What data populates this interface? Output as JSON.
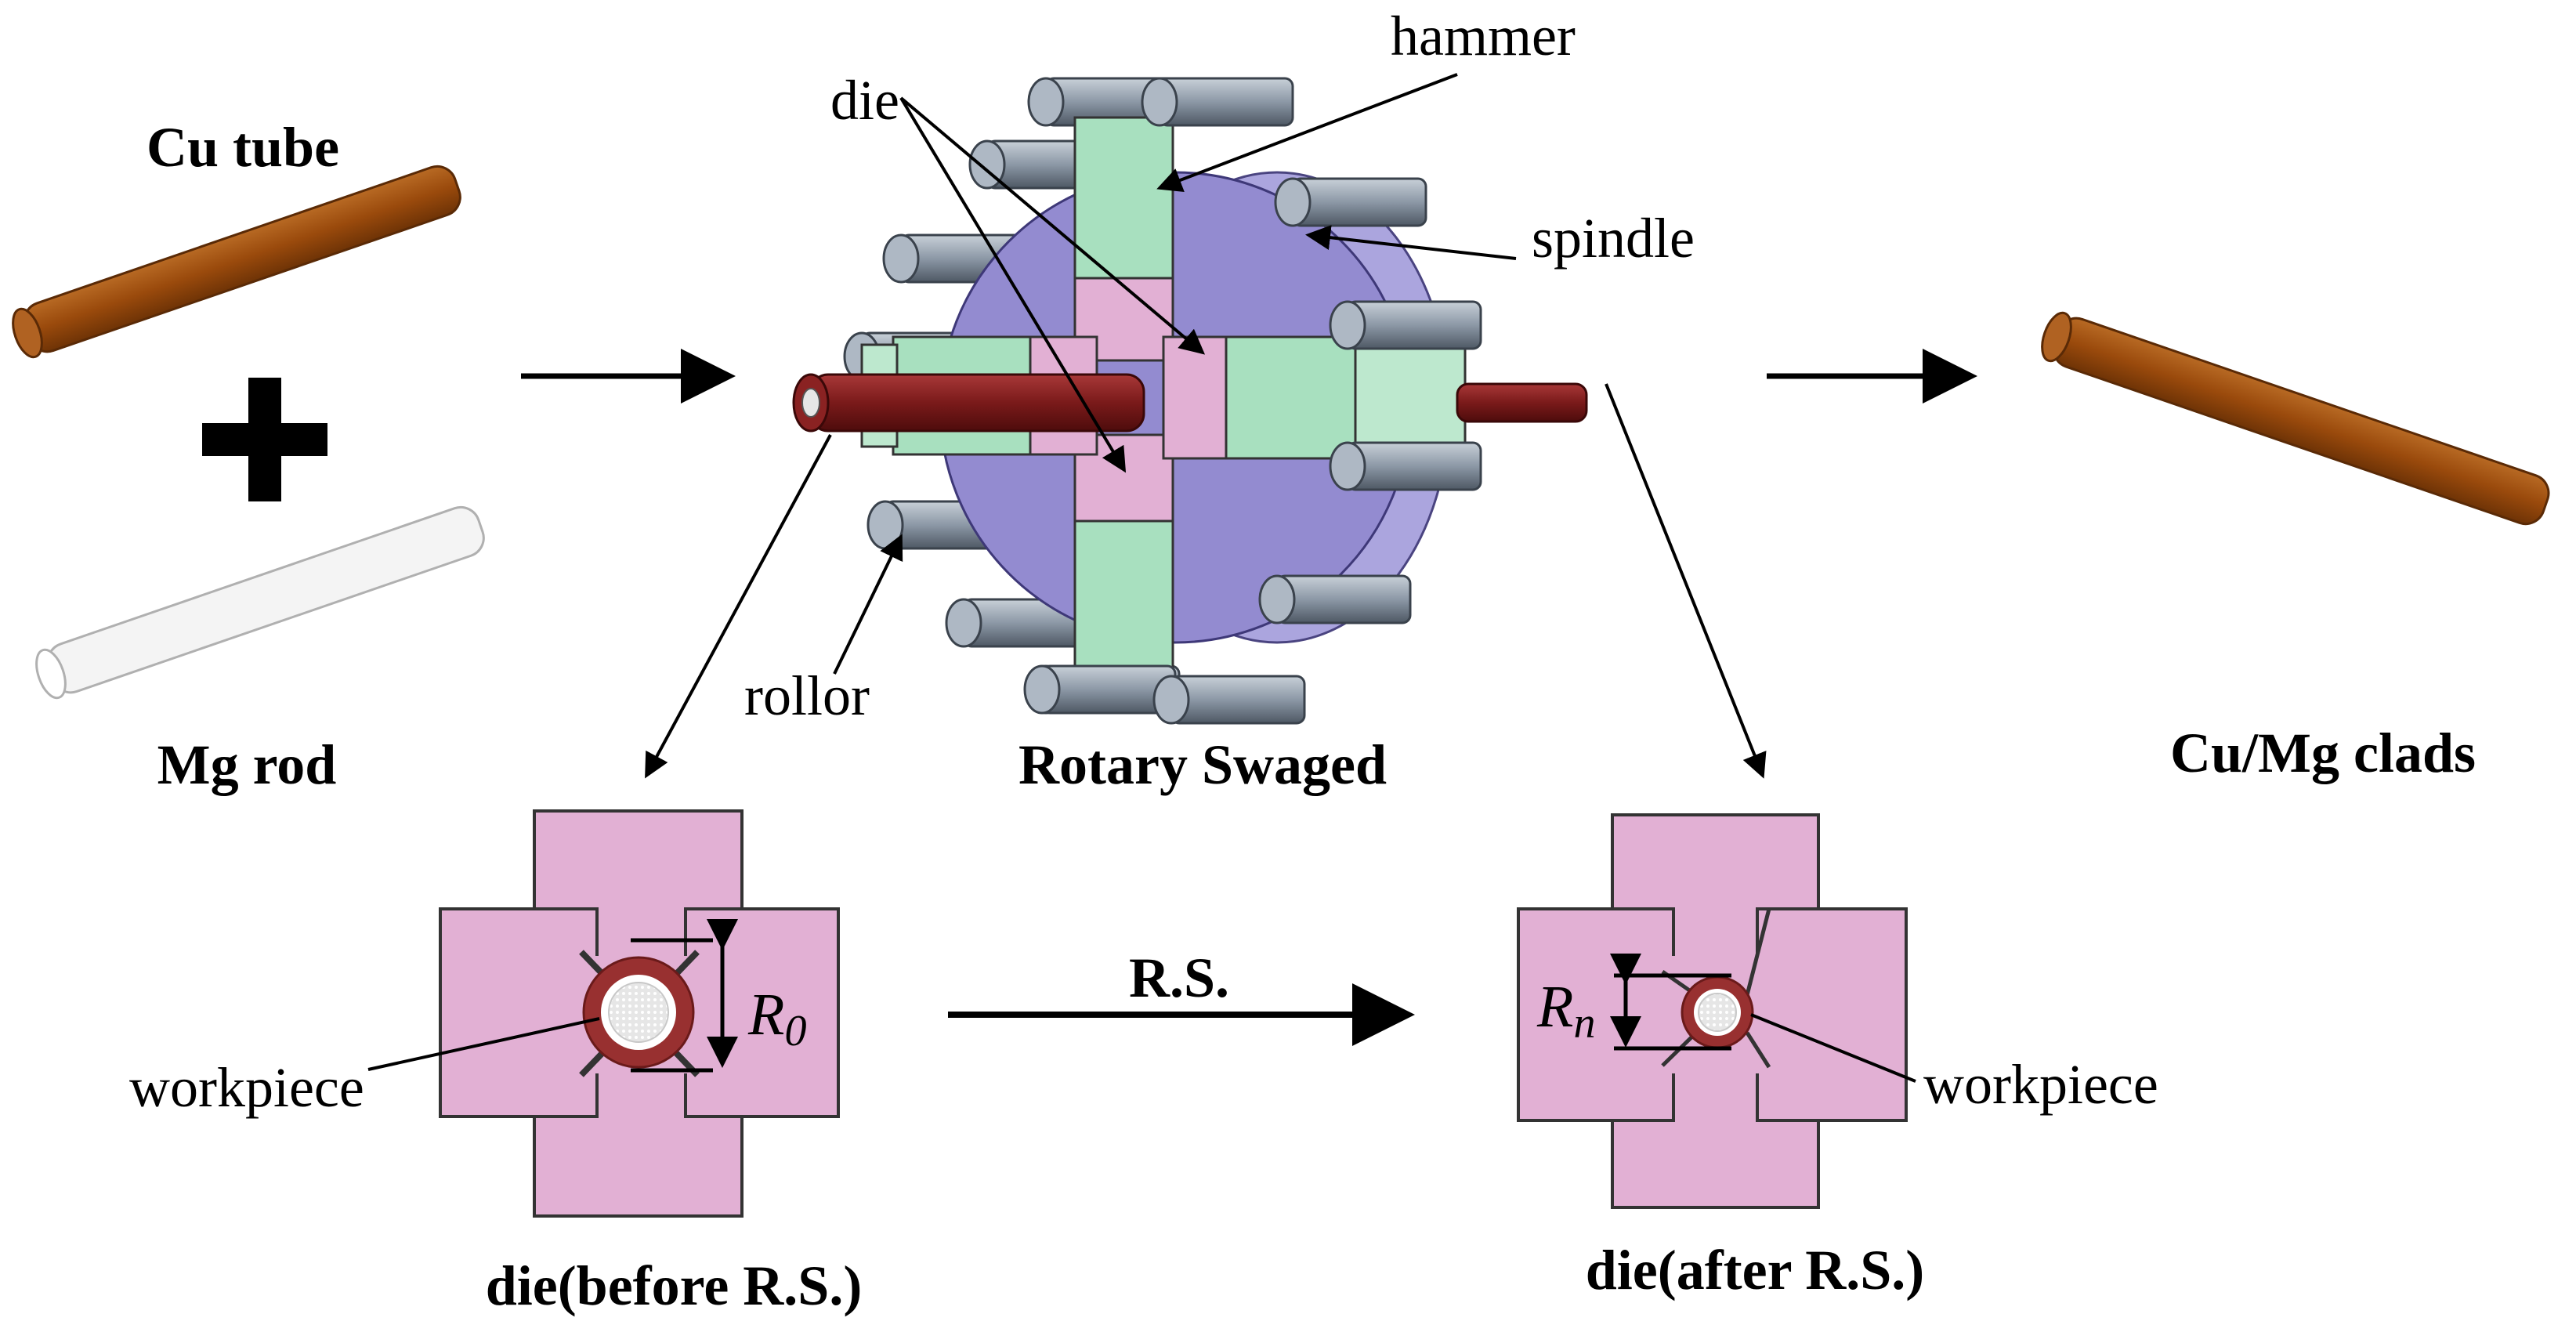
{
  "labels": {
    "cu_tube": "Cu tube",
    "mg_rod": "Mg rod",
    "rotary_swaged": "Rotary Swaged",
    "cu_mg_clads": "Cu/Mg clads",
    "hammer": "hammer",
    "die": "die",
    "spindle": "spindle",
    "rollor": "rollor",
    "workpiece_left": "workpiece",
    "workpiece_right": "workpiece",
    "die_before": "die(before R.S.)",
    "die_after": "die(after R.S.)",
    "rs": "R.S.",
    "r0": "R",
    "r0_sub": "0",
    "rn": "R",
    "rn_sub": "n"
  },
  "colors": {
    "copper": "#9a4a0c",
    "magnesium": "#f2f2f2",
    "die_pink": "#e2b0d4",
    "hammer_green": "#a8e0bf",
    "spindle_purple": "#9e97d4",
    "roller_gray": "#8a96a4",
    "workpiece_red": "#7a1a1a"
  }
}
